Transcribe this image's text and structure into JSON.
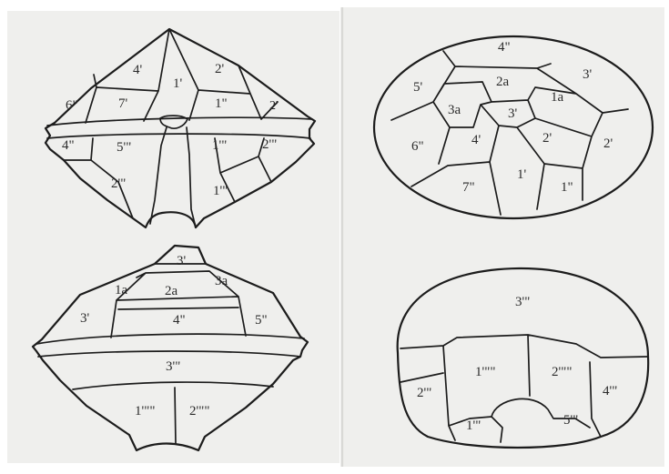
{
  "panels": {
    "ventral": {
      "plates": [
        "4'",
        "2'",
        "1'",
        "6\"",
        "7'",
        "1\"",
        "2'",
        "4\"",
        "5'\"",
        "1'\"",
        "2'\"",
        "2'\"",
        "1'\""
      ]
    },
    "apical": {
      "plates": [
        "4\"",
        "5'",
        "2a",
        "3'",
        "3a",
        "1a",
        "3'",
        "6\"",
        "4'",
        "2'",
        "2'",
        "1'",
        "7\"",
        "1\""
      ]
    },
    "dorsal": {
      "plates": [
        "3'",
        "1a",
        "3a",
        "2a",
        "3'",
        "4\"",
        "5\"",
        "3'\"",
        "1'\"\"",
        "2'\"\""
      ]
    },
    "antapical": {
      "plates": [
        "3'\"",
        "1'\"\"",
        "2'\"\"",
        "2'\"",
        "4'\"",
        "1'\"",
        "5'\""
      ]
    }
  }
}
